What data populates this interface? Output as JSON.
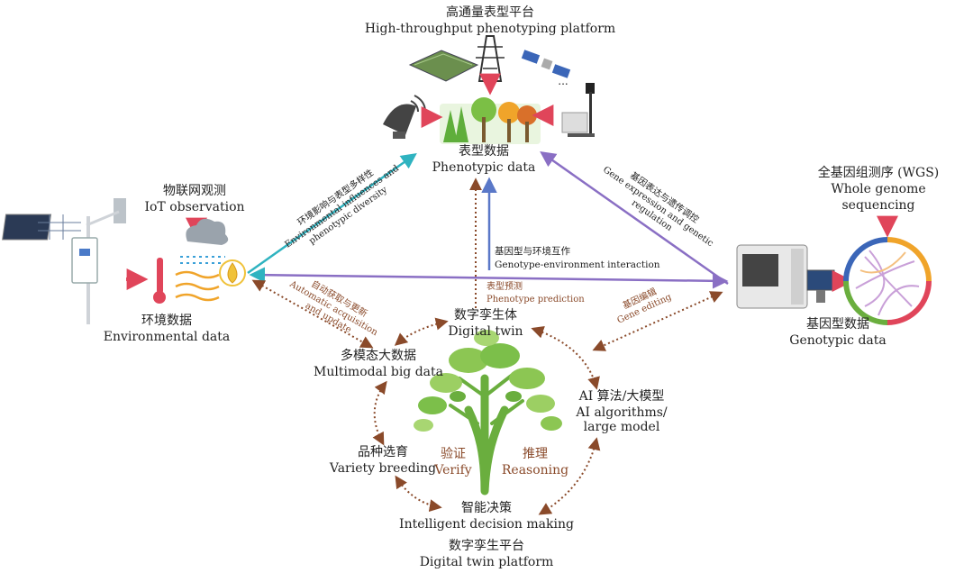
{
  "nodes": {
    "htp_cn": "高通量表型平台",
    "htp_en": "High-throughput phenotyping platform",
    "pheno_cn": "表型数据",
    "pheno_en": "Phenotypic data",
    "iot_cn": "物联网观测",
    "iot_en": "IoT observation",
    "env_cn": "环境数据",
    "env_en": "Environmental data",
    "wgs_cn": "全基因组测序 (WGS)",
    "wgs_en1": "Whole genome",
    "wgs_en2": "sequencing",
    "geno_cn": "基因型数据",
    "geno_en": "Genotypic data",
    "twin_cn": "数字孪生体",
    "twin_en": "Digital twin",
    "multi_cn": "多模态大数据",
    "multi_en": "Multimodal big data",
    "ai_cn": "AI 算法/大模型",
    "ai_en1": "AI algorithms/",
    "ai_en2": "large model",
    "breed_cn": "品种选育",
    "breed_en": "Variety breeding",
    "decision_cn": "智能决策",
    "decision_en": "Intelligent decision making",
    "platform_cn": "数字孪生平台",
    "platform_en": "Digital twin platform",
    "verify_cn": "验证",
    "verify_en": "Verify",
    "reason_cn": "推理",
    "reason_en": "Reasoning",
    "ellipsis": "..."
  },
  "edges": {
    "env_pheno_cn": "环境影响与表型多样性",
    "env_pheno_en1": "Environmental influences and",
    "env_pheno_en2": "phenotypic diversity",
    "gene_pheno_cn": "基因表达与遗传调控",
    "gene_pheno_en1": "Gene expression and genetic",
    "gene_pheno_en2": "regulation",
    "gxe_cn": "基因型与环境互作",
    "gxe_en": "Genotype-environment interaction",
    "pred_cn": "表型预测",
    "pred_en": "Phenotype prediction",
    "auto_cn": "自动获取与更新",
    "auto_en1": "Automatic acquisition",
    "auto_en2": "and update",
    "edit_cn": "基因编辑",
    "edit_en": "Gene editing"
  },
  "colors": {
    "teal_arrow": "#2fb3c0",
    "purple_arrow": "#8a6fc4",
    "blue_arrow": "#5a78c8",
    "brown_dotted": "#8a4a2a",
    "red_arrow": "#e0455a",
    "tree_green": "#7cbf4a"
  }
}
